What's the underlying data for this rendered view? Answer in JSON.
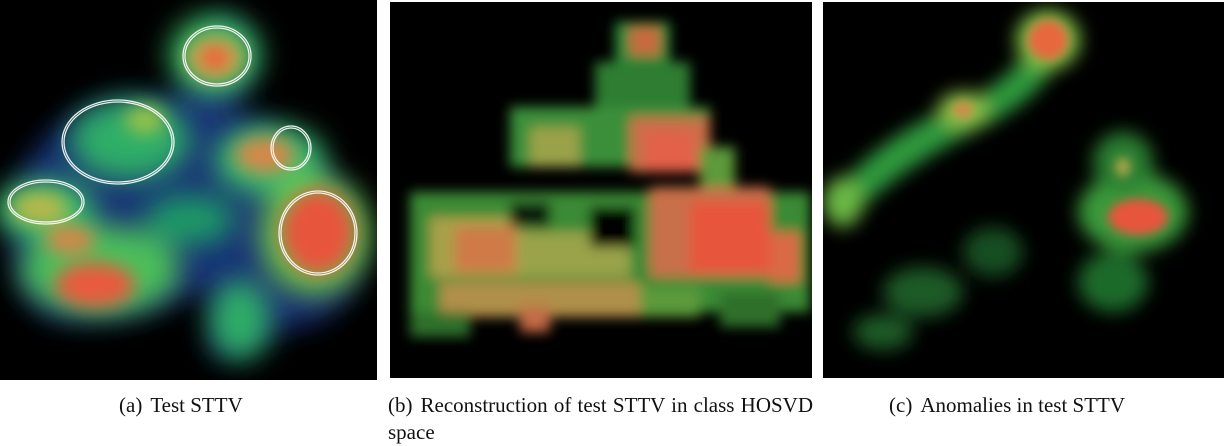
{
  "figure": {
    "panels": [
      {
        "label": "(a)",
        "caption": "Test STTV"
      },
      {
        "label": "(b)",
        "caption": "Reconstruction of test STTV in class HOSVD space"
      },
      {
        "label": "(c)",
        "caption": "Anomalies in test STTV"
      }
    ],
    "colors": {
      "background": "#000000",
      "low": "#1fa85a",
      "mid": "#8cc63f",
      "high": "#f0503c",
      "annotation": "#ffffff"
    }
  }
}
